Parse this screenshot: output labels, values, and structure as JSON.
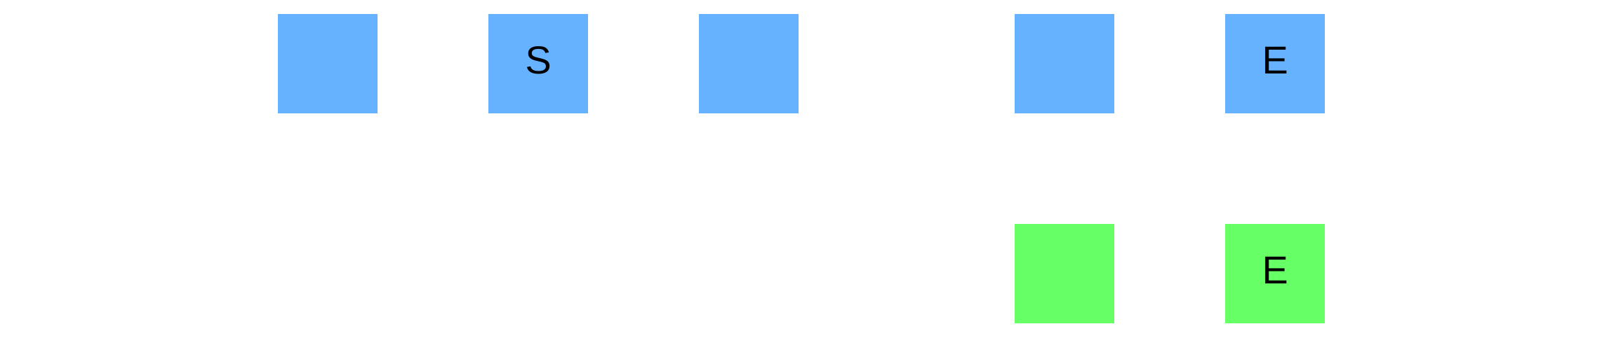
{
  "colors": {
    "blue": "#66b2ff",
    "green": "#66ff66",
    "text": "#000000",
    "background": "#ffffff"
  },
  "cells": [
    {
      "label": "",
      "color": "#66b2ff"
    },
    {
      "label": "S",
      "color": "#66b2ff"
    },
    {
      "label": "",
      "color": "#66b2ff"
    },
    {
      "label": "",
      "color": "#66b2ff"
    },
    {
      "label": "E",
      "color": "#66b2ff"
    },
    {
      "label": "",
      "color": "#66ff66"
    },
    {
      "label": "E",
      "color": "#66ff66"
    }
  ]
}
